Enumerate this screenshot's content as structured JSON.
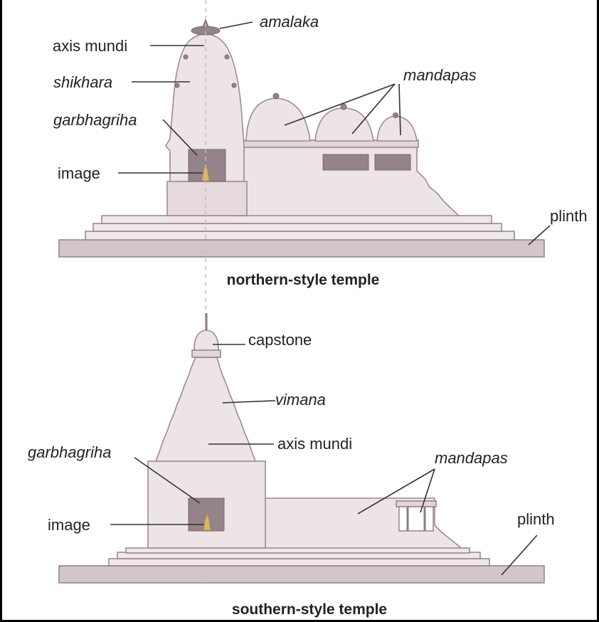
{
  "north": {
    "caption": "northern-style temple",
    "labels": {
      "amalaka": "amalaka",
      "axis_mundi": "axis mundi",
      "shikhara": "shikhara",
      "mandapas": "mandapas",
      "garbhagriha": "garbhagriha",
      "image": "image",
      "plinth": "plinth"
    }
  },
  "south": {
    "caption": "southern-style temple",
    "labels": {
      "capstone": "capstone",
      "vimana": "vimana",
      "axis_mundi": "axis mundi",
      "garbhagriha": "garbhagriha",
      "mandapas": "mandapas",
      "image": "image",
      "plinth": "plinth"
    }
  },
  "colors": {
    "building": "#ede4e6",
    "outline": "#9d8b92",
    "chamber": "#948389",
    "image_figure": "#d9b56a",
    "axis_line": "#c9b8be"
  }
}
